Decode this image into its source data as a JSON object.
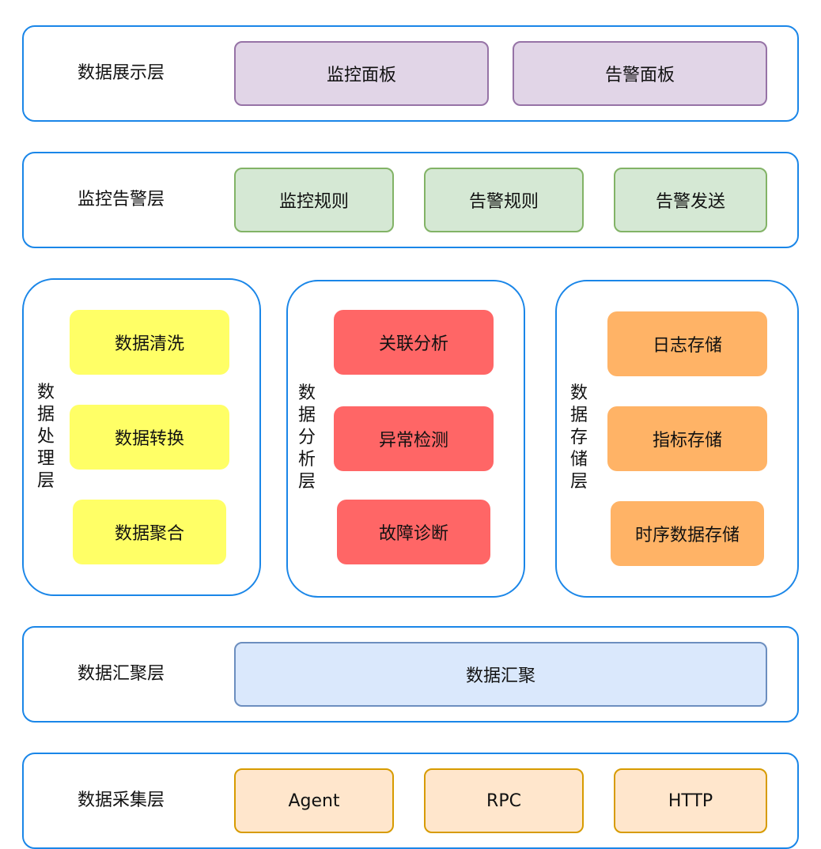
{
  "colors": {
    "layer_border": "#1a86e8",
    "purple_fill": "#e1d5e7",
    "purple_border": "#9673a6",
    "green_fill": "#d5e8d4",
    "green_border": "#82b366",
    "yellow_fill": "#ffff66",
    "red_fill": "#ff6666",
    "orange_fill": "#ffb366",
    "blue_fill": "#dae8fc",
    "blue_border": "#6c8ebf",
    "peach_fill": "#ffe6cc",
    "peach_border": "#d79b00"
  },
  "display_layer": {
    "label": "数据展示层",
    "items": [
      "监控面板",
      "告警面板"
    ]
  },
  "alert_layer": {
    "label": "监控告警层",
    "items": [
      "监控规则",
      "告警规则",
      "告警发送"
    ]
  },
  "processing_layer": {
    "label": "数据处理层",
    "items": [
      "数据清洗",
      "数据转换",
      "数据聚合"
    ]
  },
  "analysis_layer": {
    "label": "数据分析层",
    "items": [
      "关联分析",
      "异常检测",
      "故障诊断"
    ]
  },
  "storage_layer": {
    "label": "数据存储层",
    "items": [
      "日志存储",
      "指标存储",
      "时序数据存储"
    ]
  },
  "aggregation_layer": {
    "label": "数据汇聚层",
    "items": [
      "数据汇聚"
    ]
  },
  "collection_layer": {
    "label": "数据采集层",
    "items": [
      "Agent",
      "RPC",
      "HTTP"
    ]
  }
}
